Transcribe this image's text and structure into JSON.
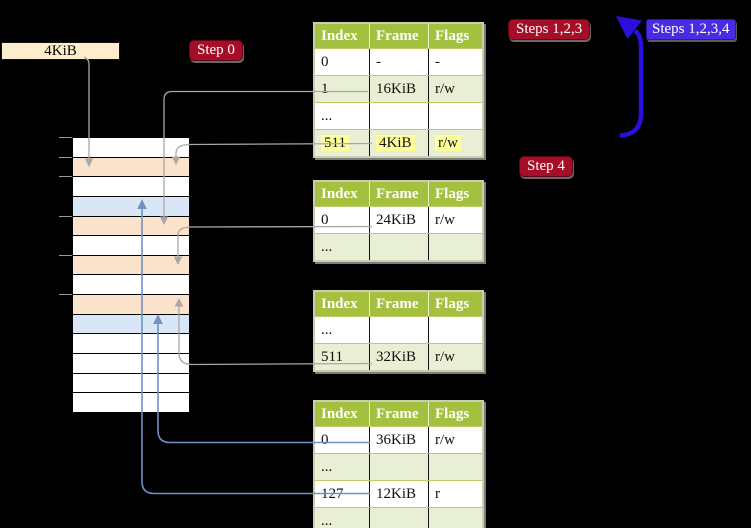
{
  "labels": {
    "cr3_box": "4KiB",
    "step0": "Step 0",
    "steps123": "Steps 1,2,3",
    "steps1234": "Steps 1,2,3,4",
    "step4": "Step 4"
  },
  "colors": {
    "background": "#000000",
    "table_header_green": "#a3c13f",
    "table_row_shaded": "#e9efd5",
    "highlight_yellow": "#ffff9c",
    "memory_peach": "#fbe3cb",
    "memory_blue": "#d9e6f6",
    "cr3_box_wheat": "#fceecd",
    "step_label_red": "#a60e28",
    "steps_label_blue": "#4a2ae2",
    "loop_arrow_blue": "#2a10dd",
    "connector_gray": "#a8a8a8",
    "connector_steelblue": "#7291c4"
  },
  "tables": [
    {
      "headers": [
        "Index",
        "Frame",
        "Flags"
      ],
      "rows": [
        {
          "cells": [
            "0",
            "-",
            "-"
          ],
          "shaded": false,
          "highlight": false
        },
        {
          "cells": [
            "1",
            "16KiB",
            "r/w"
          ],
          "shaded": true,
          "highlight": false
        },
        {
          "cells": [
            "...",
            "",
            ""
          ],
          "shaded": false,
          "highlight": false
        },
        {
          "cells": [
            "511",
            "4KiB",
            "r/w"
          ],
          "shaded": true,
          "highlight": true
        }
      ]
    },
    {
      "headers": [
        "Index",
        "Frame",
        "Flags"
      ],
      "rows": [
        {
          "cells": [
            "0",
            "24KiB",
            "r/w"
          ],
          "shaded": false,
          "highlight": false
        },
        {
          "cells": [
            "...",
            "",
            ""
          ],
          "shaded": true,
          "highlight": false
        }
      ]
    },
    {
      "headers": [
        "Index",
        "Frame",
        "Flags"
      ],
      "rows": [
        {
          "cells": [
            "...",
            "",
            ""
          ],
          "shaded": false,
          "highlight": false
        },
        {
          "cells": [
            "511",
            "32KiB",
            "r/w"
          ],
          "shaded": true,
          "highlight": false
        }
      ]
    },
    {
      "headers": [
        "Index",
        "Frame",
        "Flags"
      ],
      "rows": [
        {
          "cells": [
            "0",
            "36KiB",
            "r/w"
          ],
          "shaded": false,
          "highlight": false
        },
        {
          "cells": [
            "...",
            "",
            ""
          ],
          "shaded": true,
          "highlight": false
        },
        {
          "cells": [
            "127",
            "12KiB",
            "r"
          ],
          "shaded": false,
          "highlight": false
        },
        {
          "cells": [
            "...",
            "",
            ""
          ],
          "shaded": true,
          "highlight": false
        }
      ]
    }
  ],
  "memory_strip": {
    "rows": [
      {
        "color": "white"
      },
      {
        "color": "peach"
      },
      {
        "color": "white"
      },
      {
        "color": "blue"
      },
      {
        "color": "peach"
      },
      {
        "color": "white"
      },
      {
        "color": "peach"
      },
      {
        "color": "white"
      },
      {
        "color": "peach"
      },
      {
        "color": "blue"
      },
      {
        "color": "white"
      },
      {
        "color": "white"
      },
      {
        "color": "white"
      },
      {
        "color": "white"
      }
    ]
  }
}
